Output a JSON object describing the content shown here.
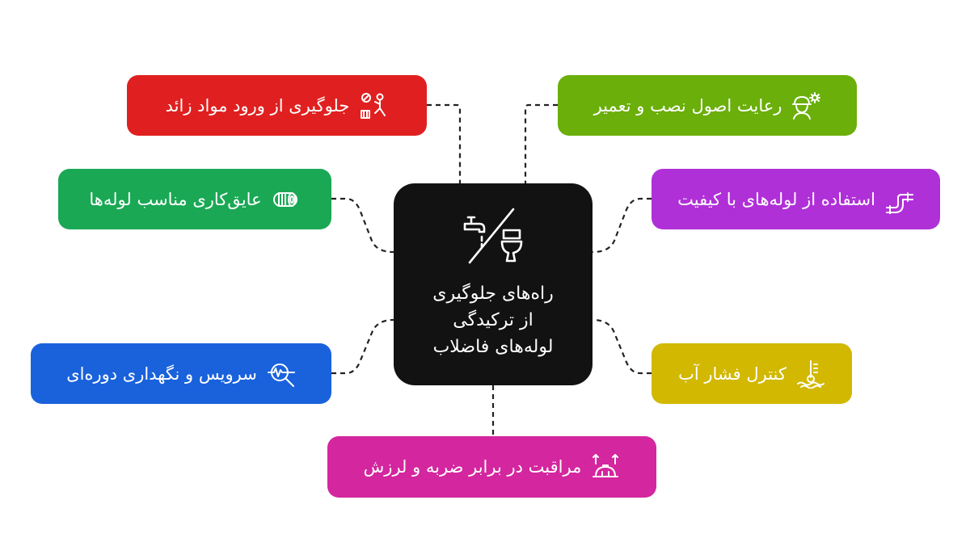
{
  "center": {
    "title_lines": [
      "راه‌های جلوگیری",
      "از ترکیدگی",
      "لوله‌های فاضلاب"
    ],
    "icon": "faucet-toilet-slash-icon"
  },
  "nodes": {
    "red": {
      "label": "جلوگیری از ورود مواد زائد",
      "color": "#e02020",
      "icon": "no-waste-icon"
    },
    "lime": {
      "label": "رعایت اصول نصب و تعمیر",
      "color": "#6aaf0a",
      "icon": "worker-gear-icon"
    },
    "green": {
      "label": "عایق‌کاری مناسب لوله‌ها",
      "color": "#1aa855",
      "icon": "pipe-insulation-icon"
    },
    "purple": {
      "label": "استفاده از لوله‌های با کیفیت",
      "color": "#b030d8",
      "icon": "pipe-icon"
    },
    "blue": {
      "label": "سرویس و نگهداری دوره‌ای",
      "color": "#1a62dc",
      "icon": "inspection-icon"
    },
    "yellow": {
      "label": "کنترل فشار آب",
      "color": "#d2b800",
      "icon": "water-pressure-icon"
    },
    "pink": {
      "label": "مراقبت در برابر ضربه و لرزش",
      "color": "#d4269e",
      "icon": "impact-protection-icon"
    }
  }
}
